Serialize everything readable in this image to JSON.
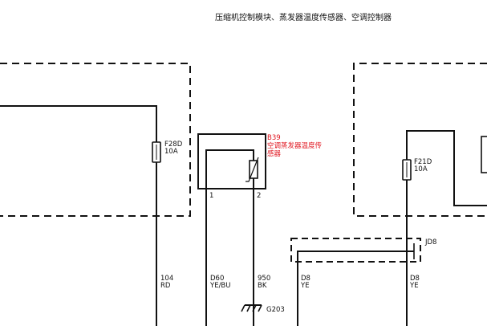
{
  "header": {
    "title": "压缩机控制模块、蒸发器温度传感器、空调控制器"
  },
  "fuses": {
    "left": {
      "id": "F28D",
      "rating": "10A"
    },
    "right": {
      "id": "F21D",
      "rating": "10A"
    }
  },
  "sensor": {
    "code": "B39",
    "name_line1": "空调蒸发器温度传",
    "name_line2": "感器",
    "pin1": "1",
    "pin2": "2"
  },
  "wires": [
    {
      "circuit": "104",
      "color": "RD"
    },
    {
      "circuit": "D60",
      "color": "YE/BU"
    },
    {
      "circuit": "950",
      "color": "BK"
    },
    {
      "circuit": "D8",
      "color": "YE"
    },
    {
      "circuit": "D8",
      "color": "YE"
    }
  ],
  "connector": {
    "label": "JD8"
  },
  "ground": {
    "label": "G203"
  }
}
